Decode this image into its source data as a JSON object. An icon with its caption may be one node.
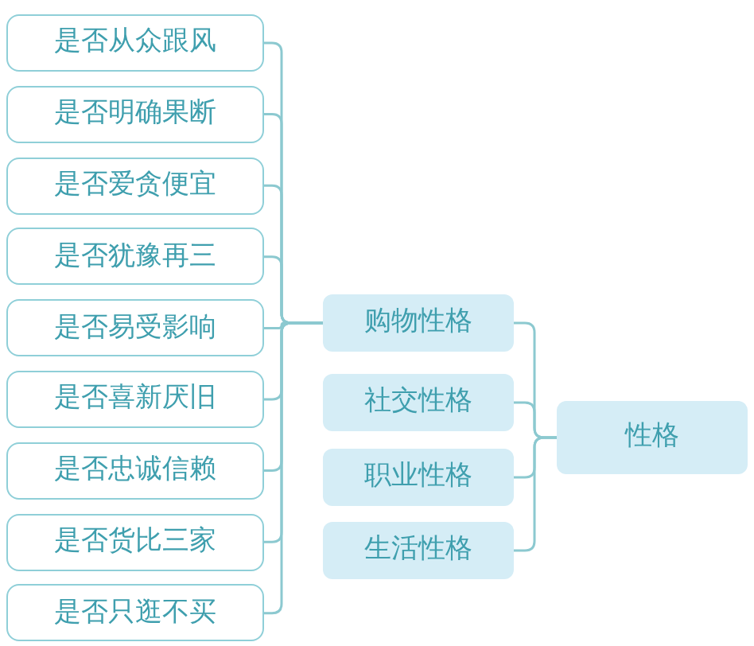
{
  "diagram": {
    "nodes": [
      {
        "text": [
          "是否从众跟风"
        ]
      },
      {
        "text": [
          "是否明确果断"
        ]
      },
      {
        "text": [
          "是否爱贪便宜"
        ]
      },
      {
        "text": [
          "是否犹豫再三"
        ]
      },
      {
        "text": [
          "是否易受影响"
        ]
      },
      {
        "text": [
          "是否喜新厌旧"
        ]
      },
      {
        "text": [
          "是否忠诚信赖"
        ]
      },
      {
        "text": [
          "是否货比三家"
        ]
      },
      {
        "text": [
          "是否只逛不买"
        ]
      },
      {
        "text": [
          "购物性格"
        ]
      },
      {
        "text": [
          "社交性格"
        ]
      },
      {
        "text": [
          "职业性格"
        ]
      },
      {
        "text": [
          "生活性格"
        ]
      },
      {
        "text": [
          "性格"
        ]
      }
    ],
    "edges": [
      {
        "from": 0,
        "to": 9,
        "arrow": "none"
      },
      {
        "from": 1,
        "to": 9,
        "arrow": "none"
      },
      {
        "from": 2,
        "to": 9,
        "arrow": "none"
      },
      {
        "from": 3,
        "to": 9,
        "arrow": "none"
      },
      {
        "from": 4,
        "to": 9,
        "arrow": "none"
      },
      {
        "from": 5,
        "to": 9,
        "arrow": "none"
      },
      {
        "from": 6,
        "to": 9,
        "arrow": "none"
      },
      {
        "from": 7,
        "to": 9,
        "arrow": "none"
      },
      {
        "from": 8,
        "to": 9,
        "arrow": "none"
      },
      {
        "from": 9,
        "to": 13,
        "arrow": "none"
      },
      {
        "from": 10,
        "to": 13,
        "arrow": "none"
      },
      {
        "from": 11,
        "to": 13,
        "arrow": "none"
      },
      {
        "from": 12,
        "to": 13,
        "arrow": "none"
      }
    ]
  }
}
